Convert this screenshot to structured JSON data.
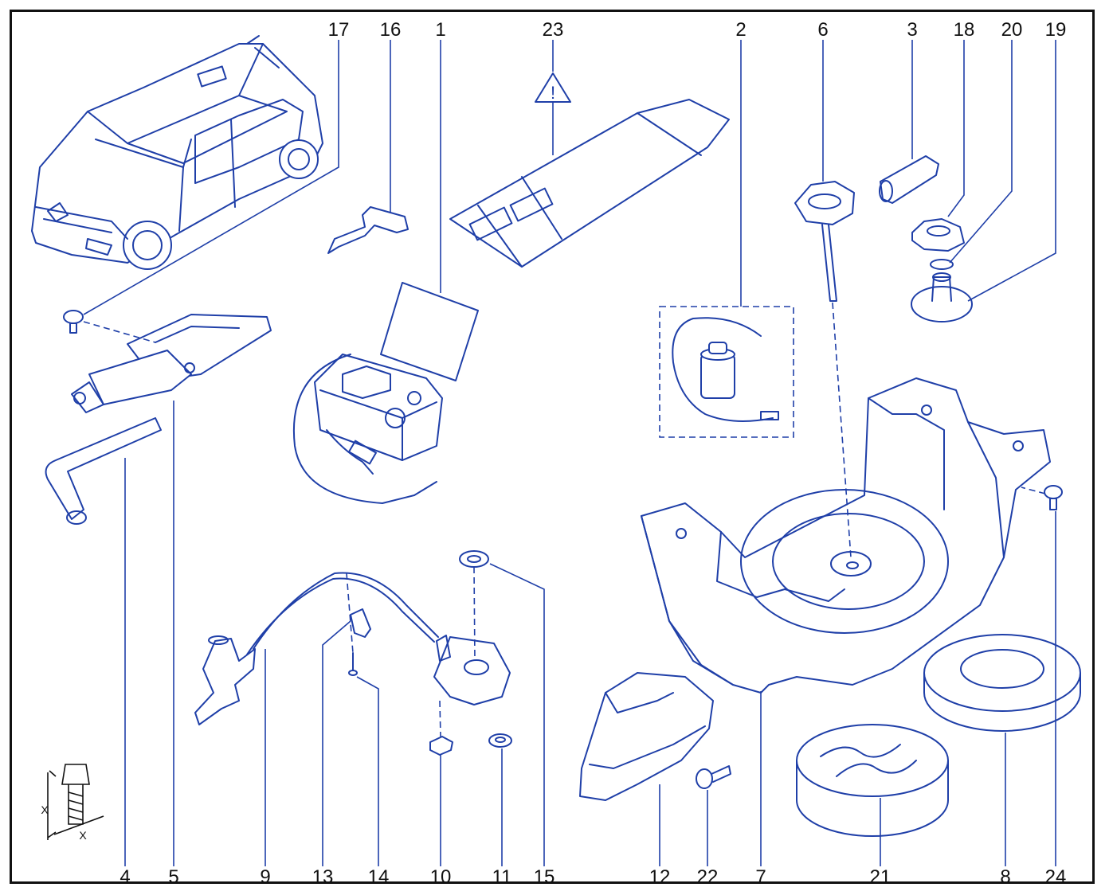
{
  "colors": {
    "line": "#1f3fa8",
    "frame": "#111111",
    "background": "#ffffff"
  },
  "callouts_top": [
    "17",
    "16",
    "1",
    "23",
    "2",
    "6",
    "3",
    "18",
    "20",
    "19"
  ],
  "callouts_bottom": [
    "4",
    "5",
    "9",
    "13",
    "14",
    "10",
    "11",
    "15",
    "12",
    "22",
    "7",
    "21",
    "8",
    "24"
  ],
  "symbols": {
    "warning_mark": "!",
    "dimension_label": "X"
  },
  "parts": [
    {
      "id": "1",
      "icon": "compressor-kit-icon"
    },
    {
      "id": "2",
      "icon": "sealant-kit-icon"
    },
    {
      "id": "3",
      "icon": "wheel-brace-adapter-icon"
    },
    {
      "id": "4",
      "icon": "wheel-wrench-icon"
    },
    {
      "id": "5",
      "icon": "scissor-jack-icon"
    },
    {
      "id": "6",
      "icon": "wing-nut-bolt-icon"
    },
    {
      "id": "7",
      "icon": "spare-wheel-tray-icon"
    },
    {
      "id": "8",
      "icon": "tyre-ring-icon"
    },
    {
      "id": "9",
      "icon": "winch-cable-icon"
    },
    {
      "id": "10",
      "icon": "nut-icon"
    },
    {
      "id": "11",
      "icon": "grommet-icon"
    },
    {
      "id": "12",
      "icon": "cover-icon"
    },
    {
      "id": "13",
      "icon": "clip-icon"
    },
    {
      "id": "14",
      "icon": "screw-icon"
    },
    {
      "id": "15",
      "icon": "plug-icon"
    },
    {
      "id": "16",
      "icon": "hook-icon"
    },
    {
      "id": "17",
      "icon": "fixing-bolt-icon"
    },
    {
      "id": "18",
      "icon": "wing-nut-icon"
    },
    {
      "id": "19",
      "icon": "support-base-icon"
    },
    {
      "id": "20",
      "icon": "o-ring-icon"
    },
    {
      "id": "21",
      "icon": "foam-block-icon"
    },
    {
      "id": "22",
      "icon": "stud-icon"
    },
    {
      "id": "23",
      "icon": "warning-triangle-mat-icon"
    },
    {
      "id": "24",
      "icon": "fixing-bolt-icon"
    }
  ]
}
